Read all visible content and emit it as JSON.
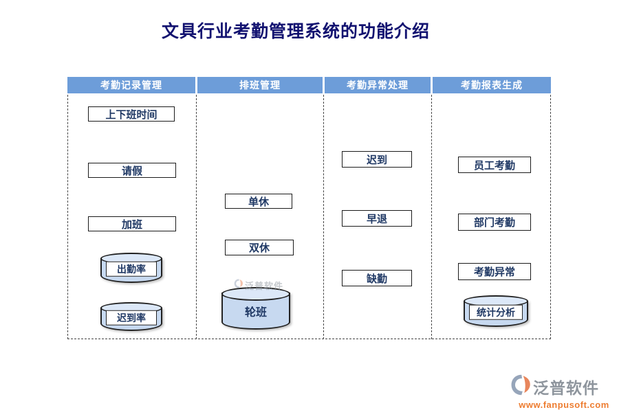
{
  "title": "文具行业考勤管理系统的功能介绍",
  "colors": {
    "header_bg": "#6D9DD9",
    "header_text": "#FFFFFF",
    "node_text": "#1F3864",
    "cylinder_fill": "#C7D9F0",
    "cylinder_top_fill": "#DCE8F8",
    "title_text": "#121270",
    "brand_gray": "#8E959D",
    "brand_orange": "#ED7D31"
  },
  "columns": [
    {
      "header": "考勤记录管理",
      "boxes": [
        "上下班时间",
        "请假",
        "加班"
      ],
      "cylinders": [
        "出勤率",
        "迟到率"
      ]
    },
    {
      "header": "排班管理",
      "boxes": [
        "单休",
        "双休"
      ],
      "cylinders": [
        "轮班"
      ]
    },
    {
      "header": "考勤异常处理",
      "boxes": [
        "迟到",
        "早退",
        "缺勤"
      ],
      "cylinders": []
    },
    {
      "header": "考勤报表生成",
      "boxes": [
        "员工考勤",
        "部门考勤",
        "考勤异常"
      ],
      "cylinders": [
        "统计分析"
      ]
    }
  ],
  "watermark": {
    "text": "泛普软件"
  },
  "footer": {
    "brand": "泛普软件",
    "url": "www.fanpusoft.com"
  }
}
